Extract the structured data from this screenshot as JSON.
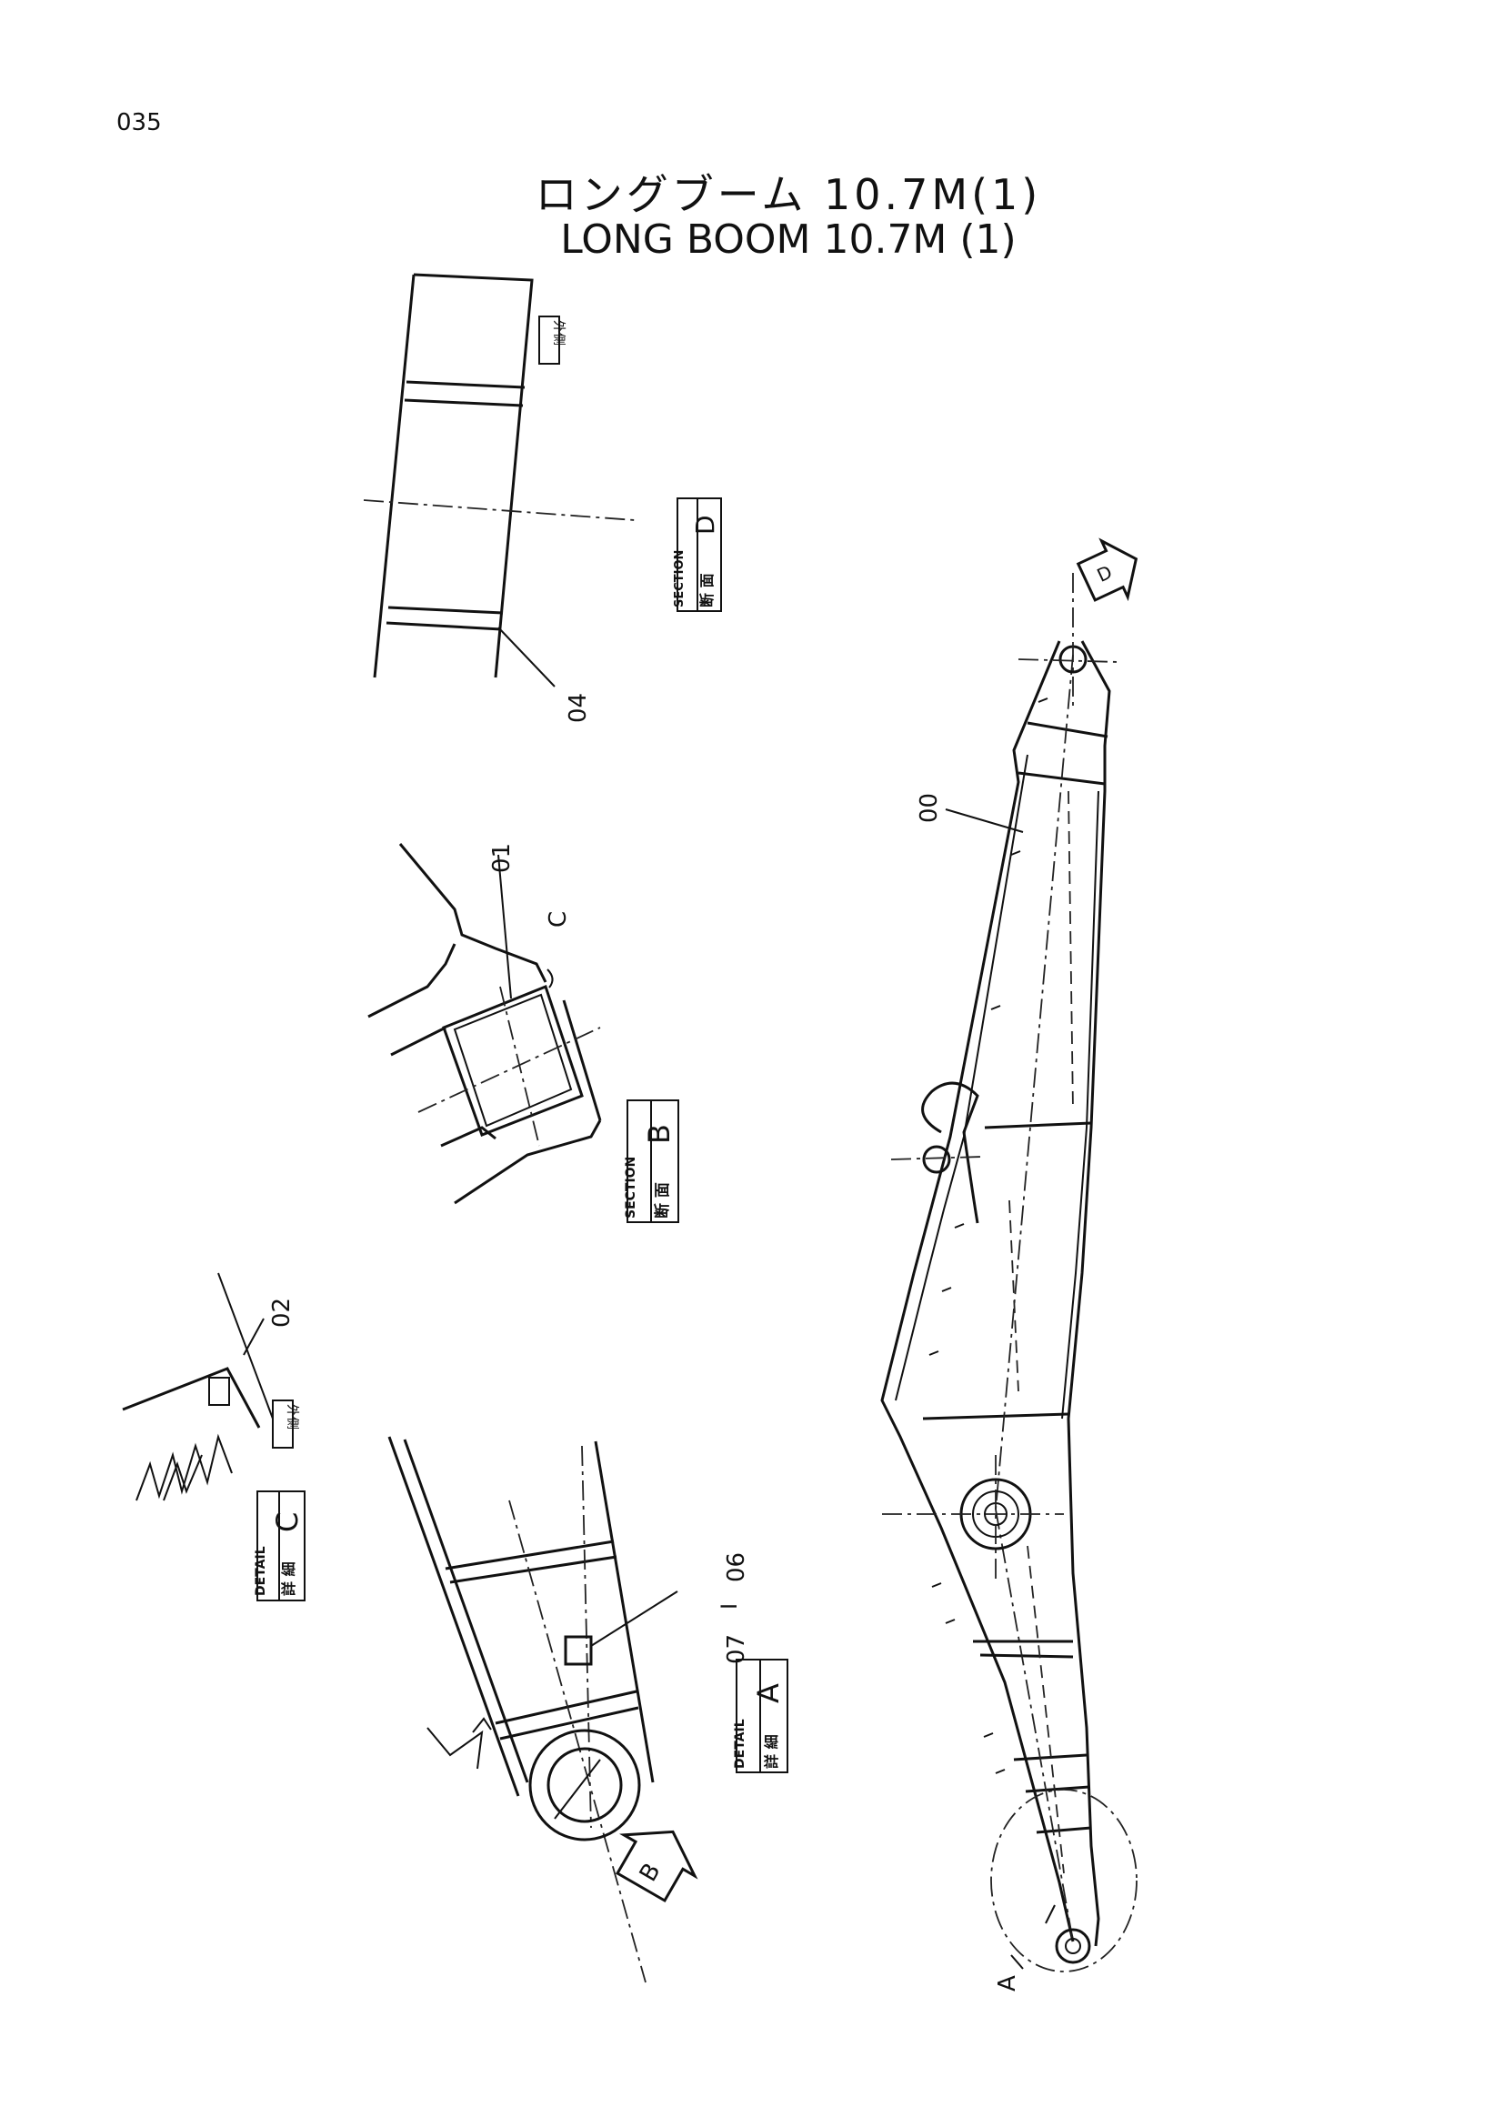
{
  "page_number": "035",
  "title_jp": "ロングブーム 10.7M(1)",
  "title_en": "LONG  BOOM 10.7M (1)",
  "callouts": {
    "c00": "00",
    "c01": "01",
    "c02": "02",
    "c04": "04",
    "c06": "06",
    "c07": "07",
    "c06_07_sep": "I",
    "cA": "A",
    "cC": "C"
  },
  "view_labels": {
    "section_d": {
      "jp": "断 面",
      "en": "SECTION",
      "letter": "D"
    },
    "section_b": {
      "jp": "断 面",
      "en": "SECTION",
      "letter": "B"
    },
    "detail_c": {
      "jp": "詳 細",
      "en": "DETAIL",
      "letter": "C"
    },
    "detail_a": {
      "jp": "詳 細",
      "en": "DETAIL",
      "letter": "A"
    },
    "outer_1": "外側",
    "outer_2": "外側"
  },
  "arrows": {
    "d": "D",
    "b": "B"
  }
}
